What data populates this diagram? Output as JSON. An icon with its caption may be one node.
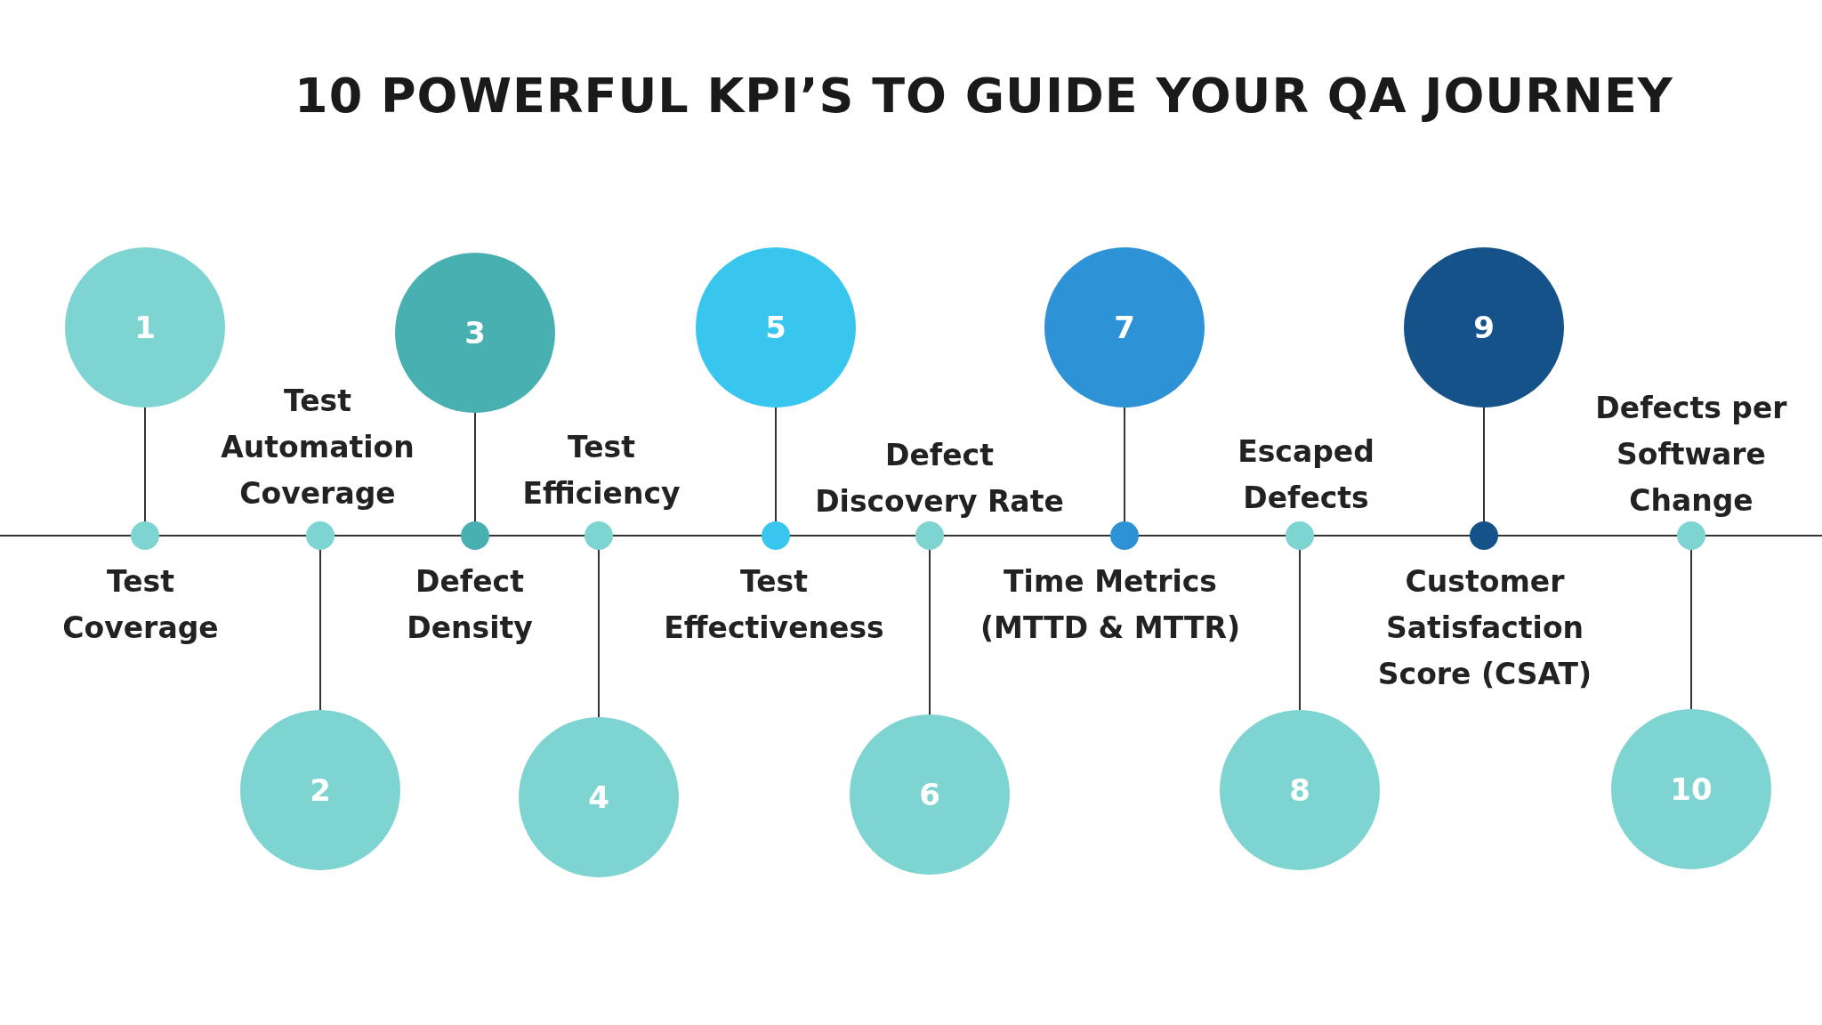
{
  "diagram": {
    "title": "10 POWERFUL KPI’S TO GUIDE YOUR QA JOURNEY",
    "nodes": [
      {
        "text": [
          "1"
        ]
      },
      {
        "text": [],
        "shape": "circle",
        "beside": [
          "Test Coverage"
        ]
      },
      {
        "text": [
          "2"
        ]
      },
      {
        "text": [],
        "shape": "circle",
        "beside": [
          "Test Automation Coverage"
        ]
      },
      {
        "text": [
          "3"
        ]
      },
      {
        "text": [],
        "shape": "circle",
        "beside": [
          "Defect Density"
        ]
      },
      {
        "text": [
          "4"
        ]
      },
      {
        "text": [],
        "shape": "circle",
        "beside": [
          "Test Efficiency"
        ]
      },
      {
        "text": [
          "5"
        ]
      },
      {
        "text": [],
        "shape": "circle",
        "beside": [
          "Test Effectiveness"
        ]
      },
      {
        "text": [
          "6"
        ]
      },
      {
        "text": [],
        "shape": "circle",
        "beside": [
          "Defect Discovery Rate"
        ]
      },
      {
        "text": [
          "7"
        ]
      },
      {
        "text": [],
        "shape": "circle",
        "beside": [
          "Time Metrics (MTTD & MTTR)"
        ]
      },
      {
        "text": [
          "8"
        ]
      },
      {
        "text": [],
        "shape": "circle",
        "beside": [
          "Escaped Defects"
        ]
      },
      {
        "text": [
          "9"
        ]
      },
      {
        "text": [],
        "shape": "circle",
        "beside": [
          "Customer Satisfaction Score (CSAT)"
        ]
      },
      {
        "text": [
          "10"
        ]
      },
      {
        "text": [],
        "shape": "circle",
        "beside": [
          "Defects per Software Change"
        ]
      }
    ],
    "edges": [
      {
        "from": 0,
        "to": 1,
        "arrow": "none"
      },
      {
        "from": 2,
        "to": 3,
        "arrow": "none"
      },
      {
        "from": 4,
        "to": 5,
        "arrow": "none"
      },
      {
        "from": 6,
        "to": 7,
        "arrow": "none"
      },
      {
        "from": 8,
        "to": 9,
        "arrow": "none"
      },
      {
        "from": 10,
        "to": 11,
        "arrow": "none"
      },
      {
        "from": 12,
        "to": 13,
        "arrow": "none"
      },
      {
        "from": 14,
        "to": 15,
        "arrow": "none"
      },
      {
        "from": 16,
        "to": 17,
        "arrow": "none"
      },
      {
        "from": 18,
        "to": 19,
        "arrow": "none"
      }
    ]
  }
}
